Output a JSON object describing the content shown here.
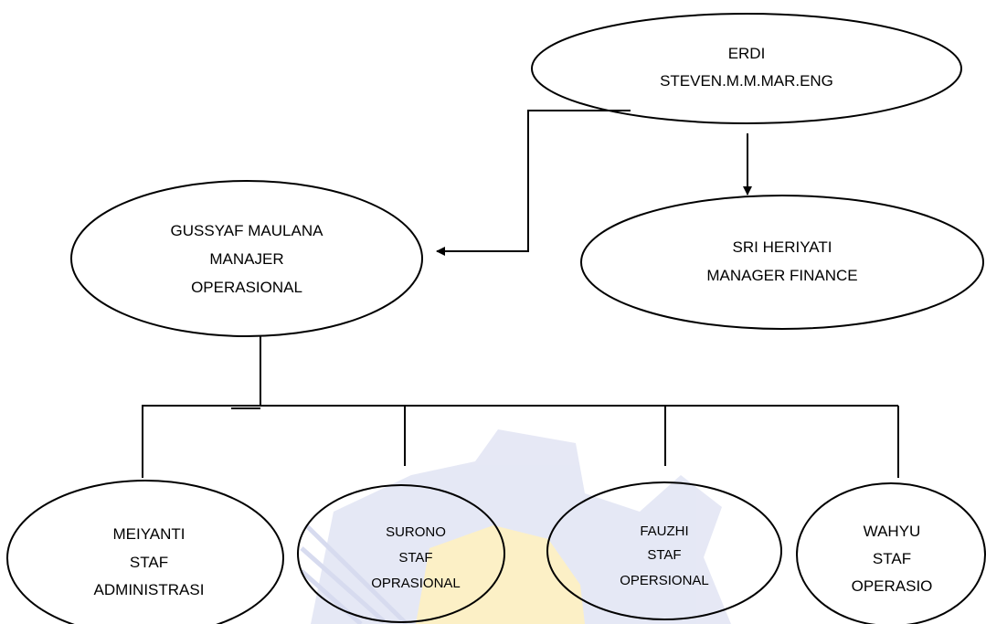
{
  "org_chart": {
    "director": {
      "lines": [
        "ERDI",
        "STEVEN.M.M.MAR.ENG"
      ]
    },
    "ops_manager": {
      "lines": [
        "GUSSYAF MAULANA",
        "MANAJER",
        "OPERASIONAL"
      ]
    },
    "finance_manager": {
      "lines": [
        "SRI HERIYATI",
        "MANAGER FINANCE"
      ]
    },
    "staff": [
      {
        "lines": [
          "MEIYANTI",
          "STAF",
          "ADMINISTRASI"
        ]
      },
      {
        "lines": [
          "SURONO",
          "STAF",
          "OPRASIONAL"
        ]
      },
      {
        "lines": [
          "FAUZHI",
          "STAF",
          "OPERSIONAL"
        ]
      },
      {
        "lines": [
          "WAHYU",
          "STAF",
          "OPERASIO"
        ]
      }
    ]
  },
  "colors": {
    "line": "#000000",
    "watermark_blue": "#dfe3f3",
    "watermark_yellow": "#fdf2c4"
  }
}
